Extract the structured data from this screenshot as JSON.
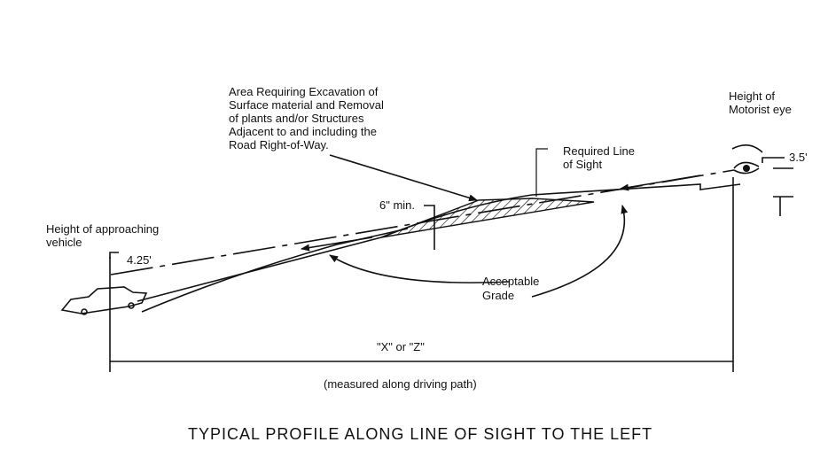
{
  "labels": {
    "excavation_note": [
      "Area Requiring Excavation of",
      "Surface material and Removal",
      "of plants and/or Structures",
      "Adjacent to and including the",
      "Road Right-of-Way."
    ],
    "motorist_eye": [
      "Height of",
      "Motorist eye"
    ],
    "eye_height": "3.5'",
    "required_line_of_sight": [
      "Required Line",
      "of Sight"
    ],
    "six_inch_min": "6\" min.",
    "approaching_vehicle": [
      "Height of approaching",
      "vehicle"
    ],
    "vehicle_height": "4.25'",
    "acceptable_grade": [
      "Acceptable",
      "Grade"
    ],
    "distance_label": "\"X\" or \"Z\"",
    "measured_note": "(measured along driving path)",
    "caption": "TYPICAL PROFILE ALONG LINE OF SIGHT TO THE LEFT"
  }
}
